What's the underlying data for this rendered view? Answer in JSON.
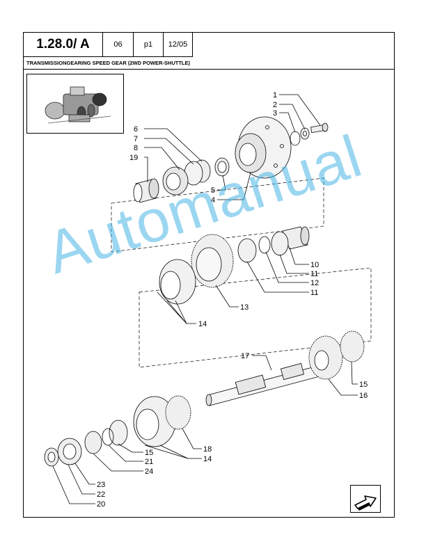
{
  "header": {
    "code": "1.28.0/  A",
    "col1": "06",
    "col2": "p1",
    "col3": "12/05"
  },
  "title": "TRANSMISSIONGEARING SPEED GEAR (2WD POWER-SHUTTLE)",
  "watermark": "Automanual",
  "callouts": {
    "c1": "1",
    "c2": "2",
    "c3": "3",
    "c4": "4",
    "c5": "5",
    "c6": "6",
    "c7": "7",
    "c8": "8",
    "c19": "19",
    "c10": "10",
    "c11a": "11",
    "c12": "12",
    "c11b": "11",
    "c13": "13",
    "c14a": "14",
    "c17": "17",
    "c15a": "15",
    "c16": "16",
    "c18": "18",
    "c14b": "14",
    "c15b": "15",
    "c21": "21",
    "c24": "24",
    "c23": "23",
    "c22": "22",
    "c20": "20"
  },
  "icons": {
    "thumbnail": "transmission-assembly-thumbnail",
    "nav": "next-page-arrow-icon"
  }
}
